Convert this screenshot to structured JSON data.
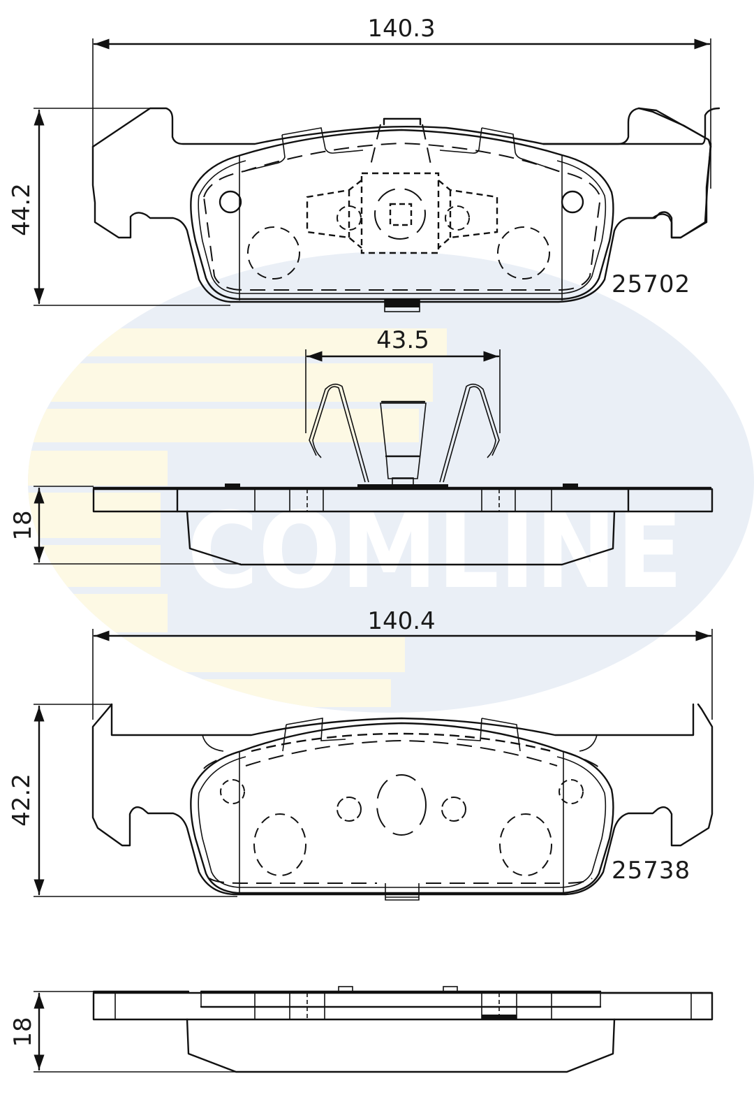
{
  "watermark": {
    "brand": "COMLINE",
    "ellipse_color": "#eaeff6",
    "stripe_color": "#fdf9e4"
  },
  "view_front_1": {
    "part_number": "25702",
    "width_dim": "140.3",
    "height_dim": "44.2"
  },
  "view_side_1": {
    "clip_width_dim": "43.5",
    "thickness_dim": "18"
  },
  "view_front_2": {
    "part_number": "25738",
    "width_dim": "140.4",
    "height_dim": "42.2"
  },
  "view_side_2": {
    "thickness_dim": "18"
  },
  "colors": {
    "line": "#111111",
    "background": "#ffffff"
  }
}
